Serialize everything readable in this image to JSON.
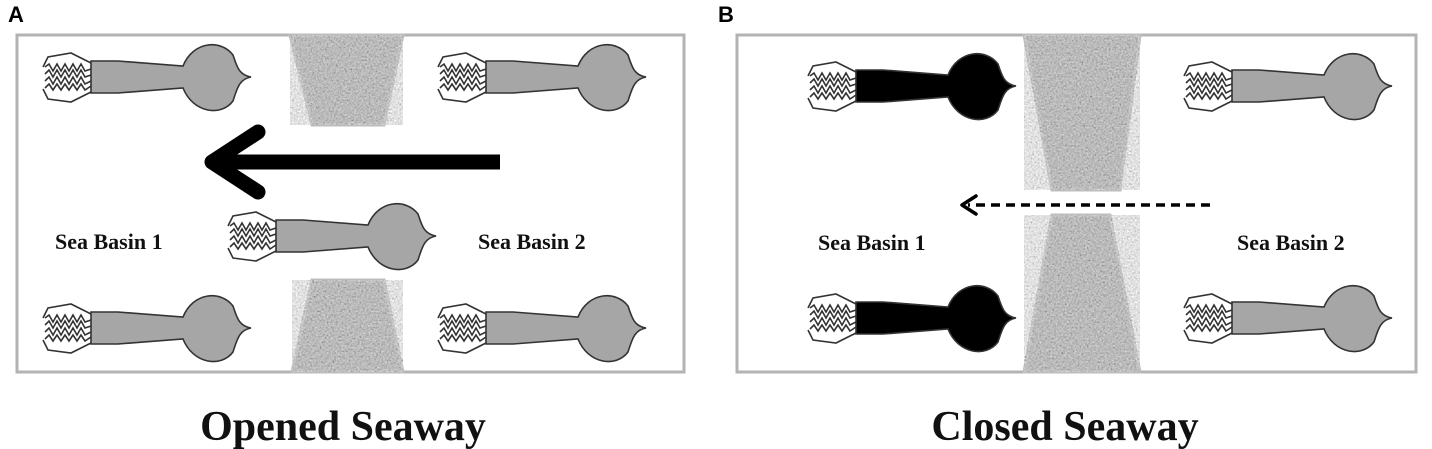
{
  "panels": [
    {
      "letter": "A",
      "left_label": "Sea Basin 1",
      "right_label": "Sea Basin 2",
      "caption": "Opened Seaway",
      "flow": "solid",
      "squids": [
        {
          "position": "top-left",
          "color": "#a6a6a6"
        },
        {
          "position": "top-right",
          "color": "#a6a6a6"
        },
        {
          "position": "middle-center",
          "color": "#a6a6a6"
        },
        {
          "position": "bottom-left",
          "color": "#a6a6a6"
        },
        {
          "position": "bottom-right",
          "color": "#a6a6a6"
        }
      ]
    },
    {
      "letter": "B",
      "left_label": "Sea Basin 1",
      "right_label": "Sea Basin 2",
      "caption": "Closed Seaway",
      "flow": "dashed",
      "squids": [
        {
          "position": "top-left",
          "color": "#000000"
        },
        {
          "position": "top-right",
          "color": "#a6a6a6"
        },
        {
          "position": "bottom-left",
          "color": "#000000"
        },
        {
          "position": "bottom-right",
          "color": "#a6a6a6"
        }
      ]
    }
  ],
  "colors": {
    "frame": "#b3b3b3",
    "barrier": "#a8a8a8",
    "gray_squid": "#a6a6a6",
    "black_squid": "#000000"
  },
  "icons": [
    "squid-icon",
    "arrow-left-icon",
    "rock-barrier"
  ]
}
